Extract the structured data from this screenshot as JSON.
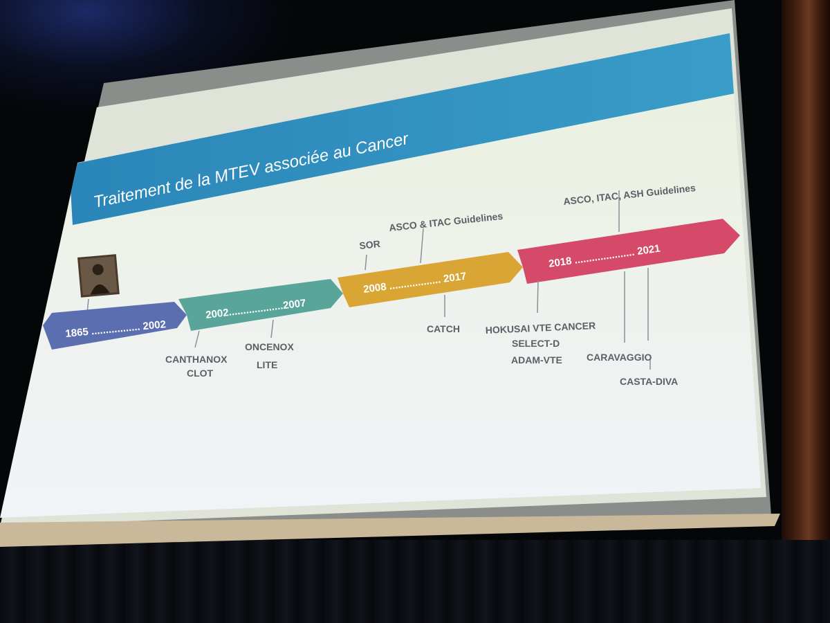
{
  "slide": {
    "title": "Traitement de la MTEV associée au Cancer",
    "colors": {
      "title_bar": "#2f8fc0",
      "arrow_1": "#5b6fb0",
      "arrow_2": "#5aa59a",
      "arrow_3": "#d9a534",
      "arrow_4": "#d54a68",
      "slide_bg": "#eef3e8"
    },
    "timeline": [
      {
        "label": "1865 ................. 2002"
      },
      {
        "label": "2002...................2007"
      },
      {
        "label": "2008 .................. 2017"
      },
      {
        "label": "2018 ..................... 2021"
      }
    ],
    "above_labels": {
      "sor": "SOR",
      "asco_itac": "ASCO & ITAC Guidelines",
      "asco_itac_ash": "ASCO, ITAC, ASH Guidelines"
    },
    "below_labels": {
      "canthanox": "CANTHANOX",
      "clot": "CLOT",
      "oncenox": "ONCENOX",
      "lite": "LITE",
      "catch": "CATCH",
      "hokusai": "HOKUSAI VTE CANCER",
      "select_d": "SELECT-D",
      "adam_vte": "ADAM-VTE",
      "caravaggio": "CARAVAGGIO",
      "casta_diva": "CASTA-DIVA"
    },
    "portrait_icon": "portrait-photo"
  }
}
